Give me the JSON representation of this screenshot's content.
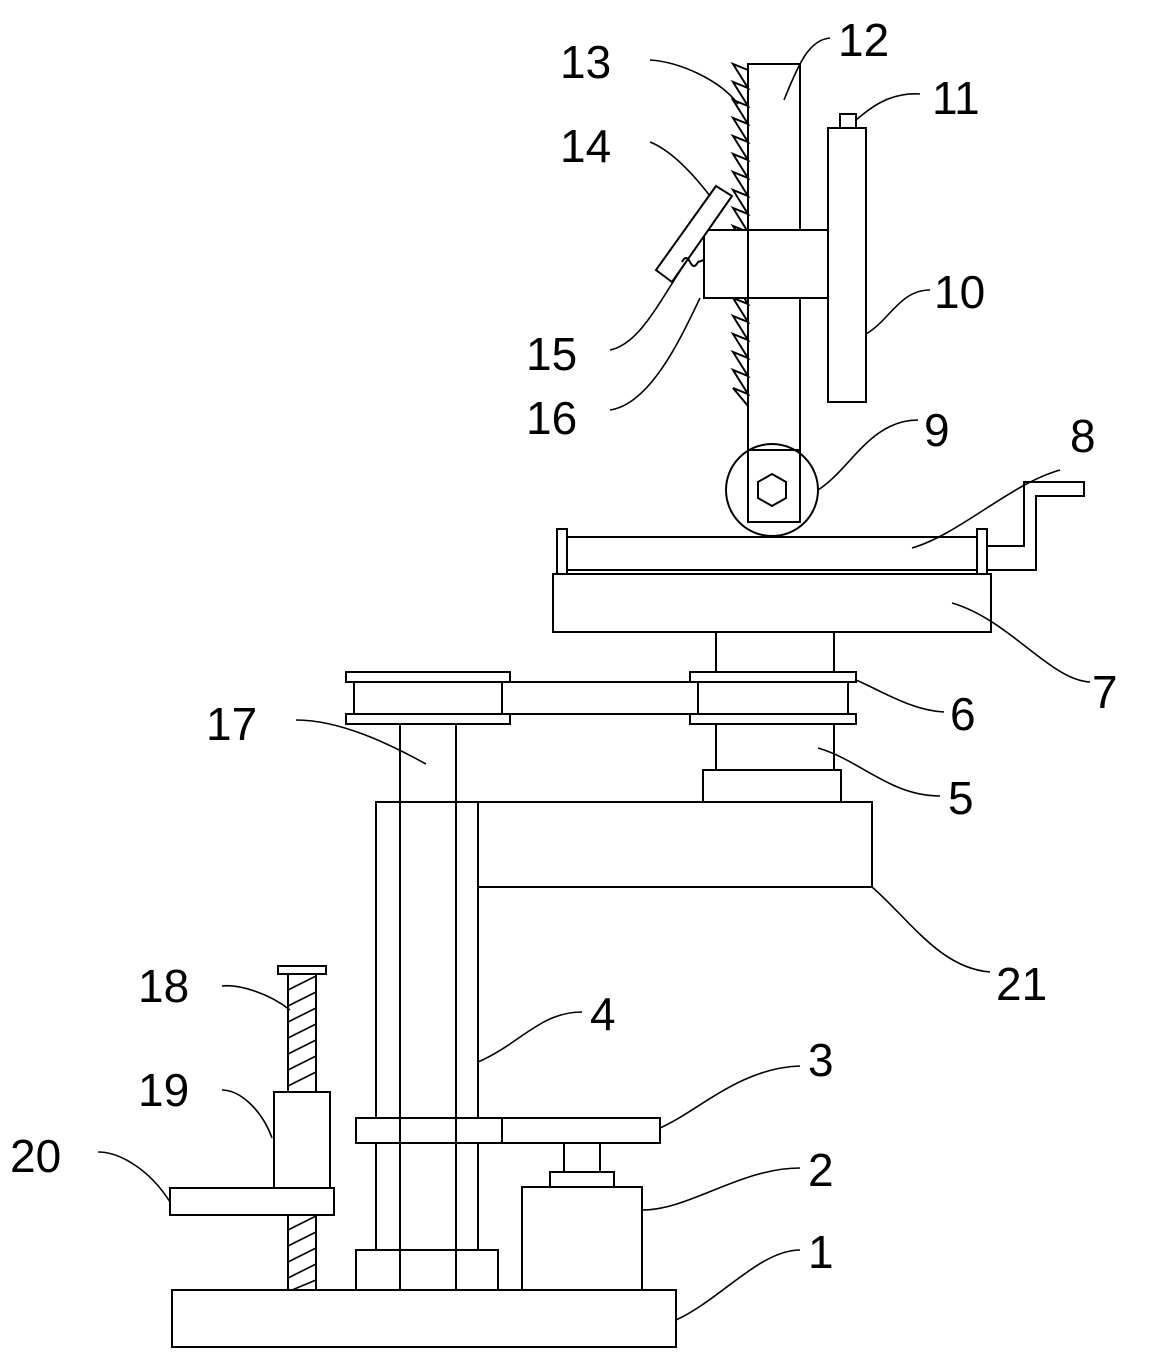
{
  "figure": {
    "labels": [
      "1",
      "2",
      "3",
      "4",
      "5",
      "6",
      "7",
      "8",
      "9",
      "10",
      "11",
      "12",
      "13",
      "14",
      "15",
      "16",
      "17",
      "18",
      "19",
      "20",
      "21"
    ],
    "line_color": "#000000",
    "background": "#ffffff"
  }
}
